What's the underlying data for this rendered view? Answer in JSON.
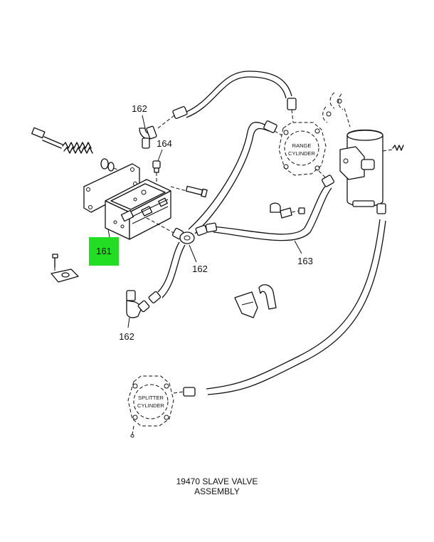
{
  "diagram": {
    "callouts": {
      "c161": "161",
      "c162_top": "162",
      "c164": "164",
      "c162_mid": "162",
      "c163": "163",
      "c162_bottom": "162"
    },
    "highlight_color": "#22dd22",
    "range_cylinder": {
      "line1": "RANGE",
      "line2": "CYLINDER"
    },
    "splitter_cylinder": {
      "line1": "SPLITTER",
      "line2": "CYLINDER"
    },
    "caption": {
      "line1": "19470 SLAVE VALVE",
      "line2": "ASSEMBLY"
    }
  }
}
